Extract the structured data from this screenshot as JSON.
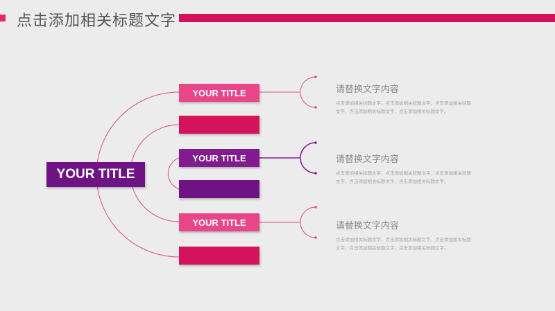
{
  "header": {
    "title": "点击添加相关标题文字",
    "accent_color": "#d4145a"
  },
  "diagram": {
    "main_title": "YOUR TITLE",
    "nodes": [
      {
        "label": "YOUR TITLE",
        "color": "#e9468a"
      },
      {
        "label": "",
        "color": "#d4145a"
      },
      {
        "label": "YOUR TITLE",
        "color": "#821b8e"
      },
      {
        "label": "",
        "color": "#6e1383"
      },
      {
        "label": "YOUR TITLE",
        "color": "#e9468a"
      },
      {
        "label": "",
        "color": "#d4145a"
      }
    ],
    "details": [
      {
        "title": "请替换文字内容",
        "body": "点击添加相关标题文字，点击添加相关标题文字，点击添加相关标题文字，点击添加相关标题文字，点击添加相关标题文字。"
      },
      {
        "title": "请替换文字内容",
        "body": "点击添加相关标题文字，点击添加相关标题文字，点击添加相关标题文字，点击添加相关标题文字，点击添加相关标题文字。"
      },
      {
        "title": "请替换文字内容",
        "body": "点击添加相关标题文字，点击添加相关标题文字，点击添加相关标题文字，点击添加相关标题文字，点击添加相关标题文字。"
      }
    ]
  }
}
